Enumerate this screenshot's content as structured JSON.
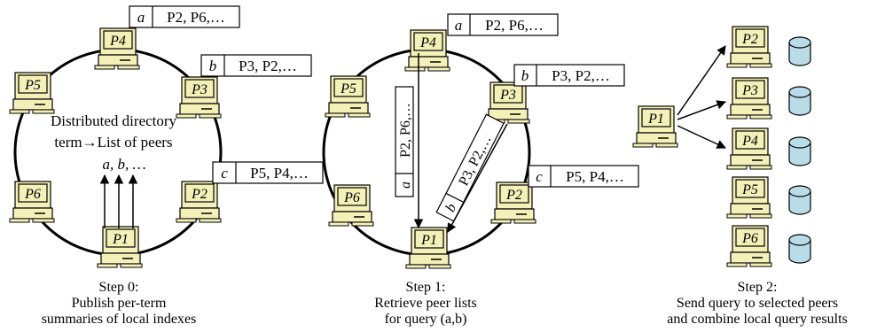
{
  "peers": {
    "p1": "P1",
    "p2": "P2",
    "p3": "P3",
    "p4": "P4",
    "p5": "P5",
    "p6": "P6"
  },
  "terms": {
    "a": "a",
    "b": "b",
    "c": "c"
  },
  "lists": {
    "a": "P2, P6,…",
    "b": "P3, P2,…",
    "c": "P5, P4,…"
  },
  "directory": {
    "line1": "Distributed directory",
    "line2": "term→List of peers",
    "line3": "a, b, …"
  },
  "steps": {
    "step0": {
      "title": "Step 0:",
      "line1": "Publish per-term",
      "line2": "summaries of local indexes"
    },
    "step1": {
      "title": "Step 1:",
      "line1": "Retrieve peer lists",
      "line2": "for query (a,b)"
    },
    "step2": {
      "title": "Step 2:",
      "line1": "Send query to selected peers",
      "line2": "and combine local query results"
    }
  },
  "colors": {
    "computer_body": "#f4f1b8",
    "computer_stroke": "#000000",
    "database_fill": "#b9dce8",
    "ring": "#000000"
  }
}
